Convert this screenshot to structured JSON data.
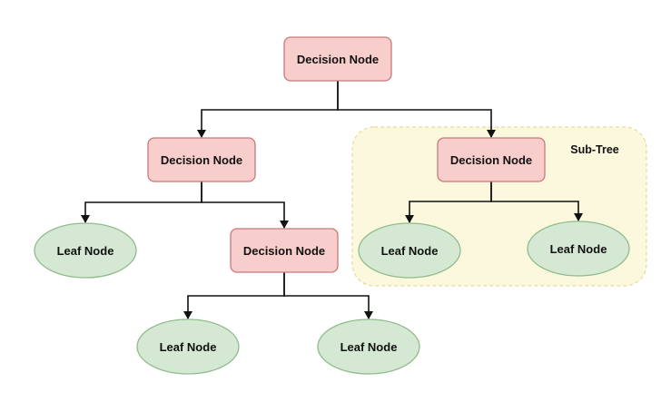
{
  "subtree": {
    "label": "Sub-Tree",
    "fill": "#fbf8dd",
    "stroke": "#e6dc9a"
  },
  "styles": {
    "decision": {
      "fill": "#f8cecc",
      "stroke": "#c57a78"
    },
    "leaf": {
      "fill": "#d5e8d4",
      "stroke": "#8fbc8a"
    },
    "edge": "#111111"
  },
  "nodes": [
    {
      "id": "root",
      "kind": "decision",
      "label": "Decision Node"
    },
    {
      "id": "left-decision",
      "kind": "decision",
      "label": "Decision Node"
    },
    {
      "id": "right-decision",
      "kind": "decision",
      "label": "Decision Node"
    },
    {
      "id": "leaf-1",
      "kind": "leaf",
      "label": "Leaf Node"
    },
    {
      "id": "inner-decision",
      "kind": "decision",
      "label": "Decision Node"
    },
    {
      "id": "leaf-2",
      "kind": "leaf",
      "label": "Leaf Node"
    },
    {
      "id": "leaf-3",
      "kind": "leaf",
      "label": "Leaf Node"
    },
    {
      "id": "leaf-4",
      "kind": "leaf",
      "label": "Leaf Node"
    },
    {
      "id": "leaf-5",
      "kind": "leaf",
      "label": "Leaf Node"
    }
  ],
  "edges": [
    {
      "from": "root",
      "to": "left-decision"
    },
    {
      "from": "root",
      "to": "right-decision"
    },
    {
      "from": "left-decision",
      "to": "leaf-1"
    },
    {
      "from": "left-decision",
      "to": "inner-decision"
    },
    {
      "from": "right-decision",
      "to": "leaf-2"
    },
    {
      "from": "right-decision",
      "to": "leaf-3"
    },
    {
      "from": "inner-decision",
      "to": "leaf-4"
    },
    {
      "from": "inner-decision",
      "to": "leaf-5"
    }
  ]
}
